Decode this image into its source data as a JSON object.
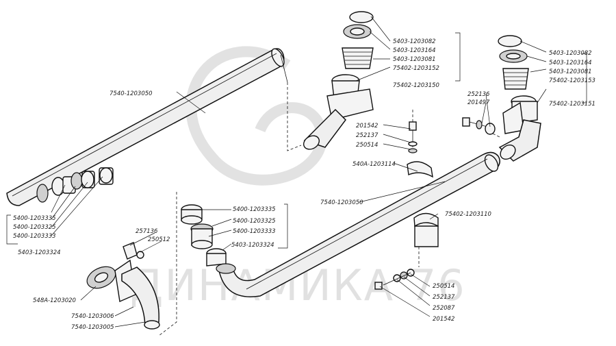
{
  "labels": {
    "top_pipe": "7540-1203050",
    "tl_clamp": "5400-1203335",
    "tl_sleeve": "5400-1203325",
    "tl_ring": "5400-1203333",
    "tl_assembly": "5403-1203324",
    "c_ring": "5403-1203082",
    "c_washer": "5403-1203164",
    "c_spring": "5403-1203081",
    "c_elbow": "75402-1203152",
    "c_group": "75402-1203150",
    "c_bolt": "201542",
    "c_washer2": "252137",
    "c_nut": "250514",
    "c_bracket": "540A-1203114",
    "r_ring": "5403-1203082",
    "r_washer": "5403-1203164",
    "r_spring": "5403-1203081",
    "r_elbow": "75402-1203153",
    "r_group": "75402-1203151",
    "r_bolt1": "252136",
    "r_bolt2": "201497",
    "long_pipe": "7540-1203050",
    "bracket2": "75402-1203110",
    "m_clamp": "5400-1203335",
    "m_sleeve": "5400-1203325",
    "m_ring": "5400-1203333",
    "m_assembly": "5403-1203324",
    "l_bolt": "257136",
    "l_washer": "250512",
    "gasket": "548A-1203020",
    "flange1": "7540-1203006",
    "flange2": "7540-1203005",
    "b_nut": "250514",
    "b_washer": "252137",
    "b_washer2": "252087",
    "b_bolt": "201542"
  },
  "watermark": "ДИНАМИКА 76"
}
